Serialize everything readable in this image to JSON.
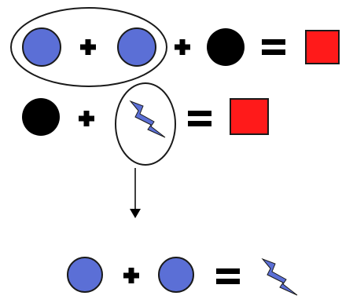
{
  "equations": [
    {
      "id": "eq1",
      "terms": [
        "blue-circle",
        "blue-circle",
        "black-circle"
      ],
      "operators": [
        "+",
        "+"
      ],
      "equals": "=",
      "result": "red-square",
      "grouped": "first-two-terms"
    },
    {
      "id": "eq2",
      "terms": [
        "black-circle",
        "lightning-bolt"
      ],
      "operators": [
        "+"
      ],
      "equals": "=",
      "result": "red-square",
      "grouped": "lightning-bolt"
    },
    {
      "id": "eq3",
      "terms": [
        "blue-circle",
        "blue-circle"
      ],
      "operators": [
        "+"
      ],
      "equals": "=",
      "result": "lightning-bolt"
    }
  ],
  "arrow": {
    "direction": "down",
    "from": "eq2-lightning-bolt",
    "to": "eq3"
  },
  "colors": {
    "blue": "#5b6fd6",
    "black": "#000000",
    "red": "#ff1a1a",
    "outline": "#1a1a1a"
  }
}
